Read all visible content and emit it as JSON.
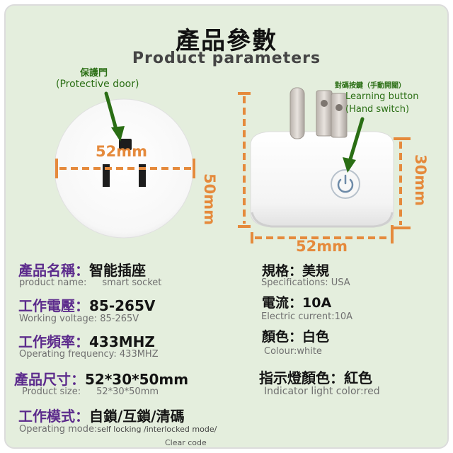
{
  "title": "產品參數",
  "subtitle": "Product parameters",
  "front_view": {
    "callout_zh": "保護門",
    "callout_en": "(Protective door)",
    "width_label": "52mm"
  },
  "side_view": {
    "callout_zh": "對碼按鍵（手動開關）",
    "callout_en_1": "Learning button",
    "callout_en_2": "(Hand switch)",
    "height_label": "50mm",
    "depth_label": "30mm",
    "width_label": "52mm"
  },
  "specs": {
    "name_label": "產品名稱：",
    "name_value": "智能插座",
    "name_en_label": "product name:",
    "name_en_value": "smart socket",
    "voltage_label": "工作電壓：",
    "voltage_value": "85-265V",
    "voltage_en": "Working voltage: 85-265V",
    "freq_label": "工作頻率：",
    "freq_value": "433MHZ",
    "freq_en": "Operating frequency: 433MHZ",
    "size_label": "產品尺寸：",
    "size_value": "52*30*50mm",
    "size_en_label": "Product size:",
    "size_en_value": "52*30*50mm",
    "mode_label": "工作模式：",
    "mode_value": "自鎖/互鎖/清碼",
    "mode_en_label": "Operating mode:",
    "mode_en_value": "self locking /interlocked mode/",
    "mode_en_value_2": "Clear code",
    "spec_label": "規格：",
    "spec_value": "美規",
    "spec_en": "Specifications: USA",
    "current_label": "電流：",
    "current_value": "10A",
    "current_en": "Electric current:10A",
    "colour_label": "顏色：",
    "colour_value": "白色",
    "colour_en": "Colour:white",
    "indicator_label": "指示燈顏色：",
    "indicator_value": "紅色",
    "indicator_en": "Indicator light color:red"
  },
  "colors": {
    "background": "#e4eedd",
    "dimension_orange": "#e58a3c",
    "callout_green": "#2a6e14",
    "label_purple": "#5c2b8c"
  }
}
